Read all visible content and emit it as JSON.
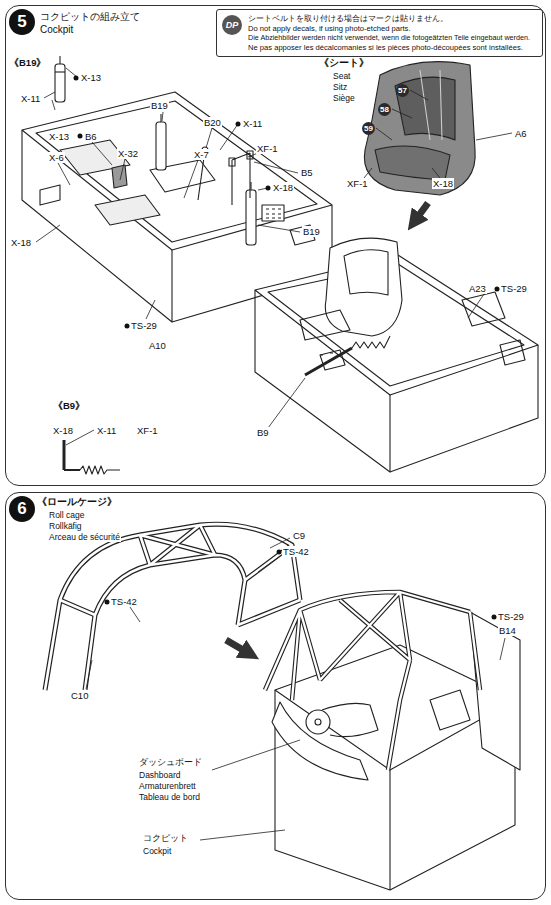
{
  "diagram": {
    "nodes": [
      {
        "text": [
          "5",
          "コクピットの組み立て Cockpit"
        ]
      },
      {
        "text": [
          "DP",
          "シートベルトを取り付ける場合はマークは貼りません。",
          "Do not apply decals, if using photo-etched parts.",
          "Die Abziehbilder werden nicht verwendet, wenn die fotogeätzten Teile eingebaut werden.",
          "Ne pas apposer les décalcomanies si les pièces photo-découpées sont installées."
        ],
        "in": 0
      },
      {
        "text": [
          "6"
        ]
      }
    ],
    "labels": [
      "《B19》",
      "X-13",
      "X-11",
      "B19",
      "B20",
      "X-11",
      "X-13",
      "B6",
      "X-32",
      "X-7",
      "XF-1",
      "X-6",
      "B5",
      "X-18",
      "X-18",
      "B19",
      "TS-29",
      "A10",
      "《B9》",
      "X-18",
      "X-11",
      "XF-1",
      "《シート》",
      "Seat",
      "Sitz",
      "Siège",
      "57",
      "58",
      "59",
      "A6",
      "XF-1",
      "X-18",
      "A23",
      "TS-29",
      "B9",
      "《ロールケージ》",
      "Roll cage",
      "Rollkäfig",
      "Arceau de sécurité",
      "C9",
      "TS-42",
      "TS-42",
      "C10",
      "TS-29",
      "B14",
      "ダッシュボード",
      "Dashboard",
      "Armaturenbrett",
      "Tableau de bord",
      "コクピット",
      "Cockpit"
    ]
  }
}
